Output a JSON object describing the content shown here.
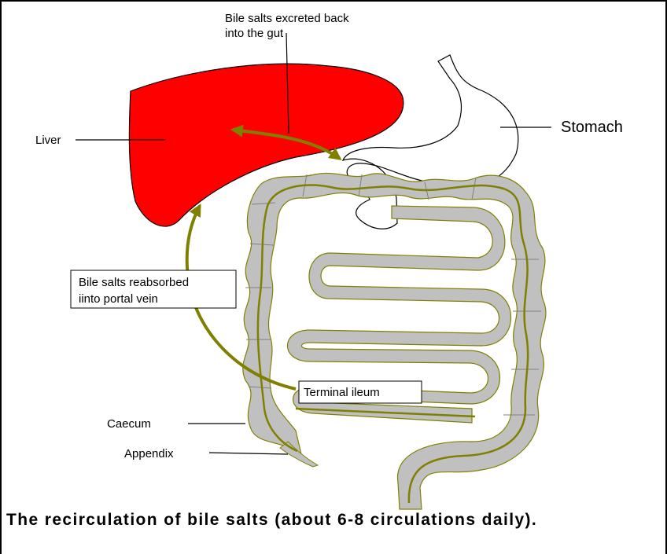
{
  "labels": {
    "bile_excreted_line1": "Bile salts excreted back",
    "bile_excreted_line2": "into the gut",
    "liver": "Liver",
    "stomach": "Stomach",
    "reabsorbed_line1": "Bile salts reabsorbed",
    "reabsorbed_line2": "iinto portal vein",
    "terminal_ileum": "Terminal ileum",
    "caecum": "Caecum",
    "appendix": "Appendix"
  },
  "caption": "The recirculation of bile salts (about 6-8 circulations daily).",
  "colors": {
    "liver": "#ff0000",
    "intestine_fill": "#c0c0c0",
    "intestine_outline": "#808000",
    "arrow": "#808000"
  }
}
